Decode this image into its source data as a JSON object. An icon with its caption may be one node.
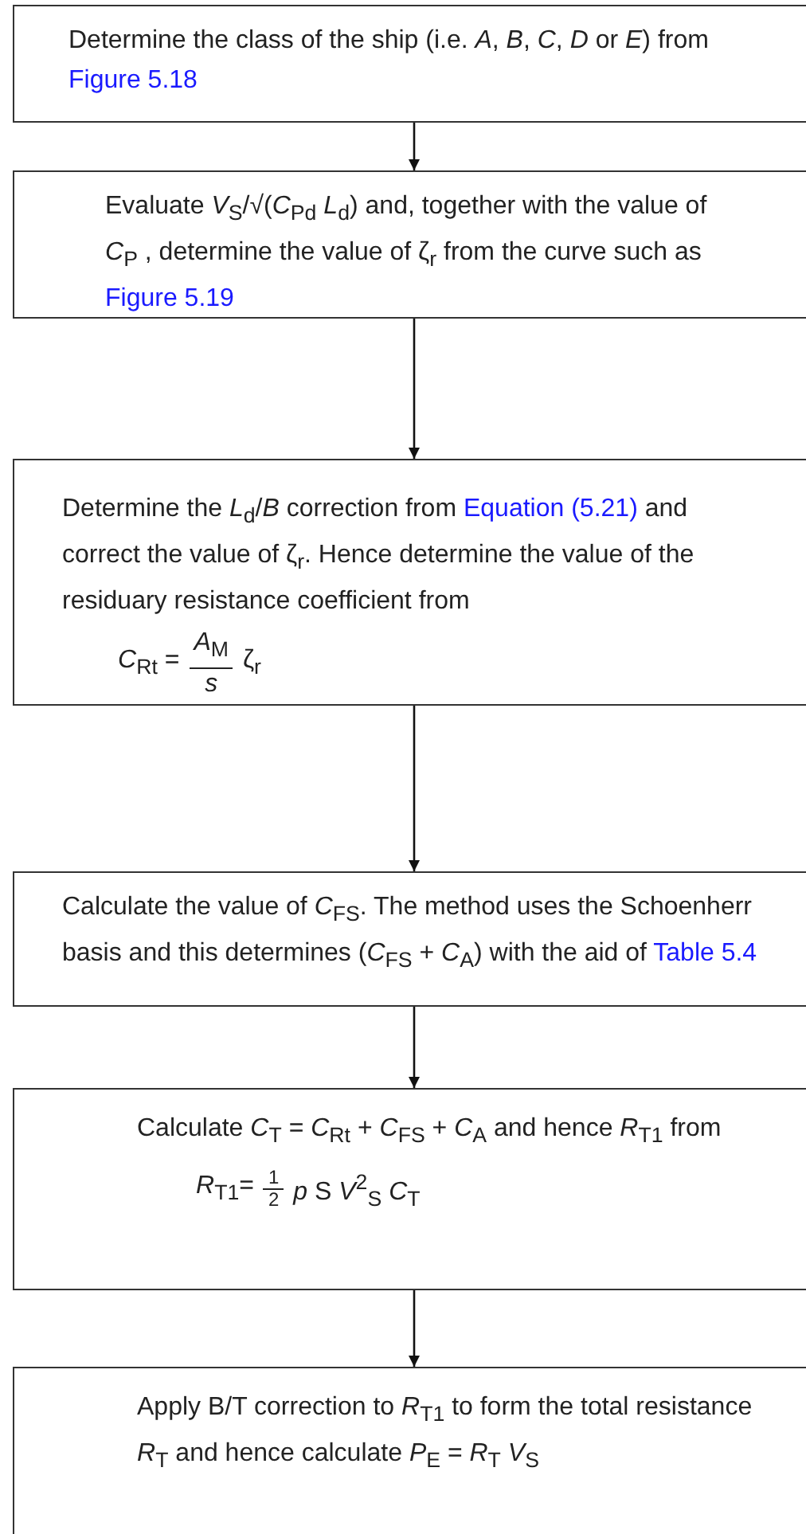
{
  "diagram": {
    "nodes": [
      {
        "text": [
          "Determine the class of the ship (i.e. *A*, *B*, *C*, *D* or *E*) from",
          "Figure 5.18"
        ]
      },
      {
        "text": [
          "Evaluate *V*$_{S}$/√(*C*$_{Pd}$ *L*$_{d}$) and, together with the value of *C*$_{P}$ , determine the value of ζ$_{r}$ from the curve such as",
          "Figure 5.19"
        ]
      },
      {
        "text": [
          "Determine the *L*$_{d}$/*B* correction from",
          "Equation (5.21)",
          "and correct the value of ζ$_{r}$. Hence determine the value of the residuary resistance coefficient from",
          "*C*$_{Rt}$ =",
          "*A*$_{M}$",
          "*s*",
          "ζ$_{r}$"
        ]
      },
      {
        "text": [
          "Calculate the value of *C*$_{FS}$. The method uses the Schoenherr basis and this determines (*C*$_{FS}$ + *C*$_{A}$) with the aid of",
          "Table 5.4"
        ]
      },
      {
        "text": [
          "Calculate *C*$_{T}$ = *C*$_{Rt}$ + *C*$_{FS}$ + *C*$_{A}$ and hence *R*$_{T1}$ from",
          "*R*$_{T1}$=",
          "1",
          "2",
          "*p* S *V*$^{2}$$_{S}$ *C*$_{T}$"
        ]
      },
      {
        "text": [
          "Apply B/T correction to *R*$_{T1}$ to form the total resistance *R*$_{T}$ and hence calculate *P*$_{E}$ = *R*$_{T}$ *V*$_{S}$"
        ]
      }
    ],
    "edges": [
      {
        "from": 0,
        "to": 1,
        "arrow": "to"
      },
      {
        "from": 1,
        "to": 2,
        "arrow": "to"
      },
      {
        "from": 2,
        "to": 3,
        "arrow": "to"
      },
      {
        "from": 3,
        "to": 4,
        "arrow": "to"
      },
      {
        "from": 4,
        "to": 5,
        "arrow": "to"
      }
    ]
  }
}
